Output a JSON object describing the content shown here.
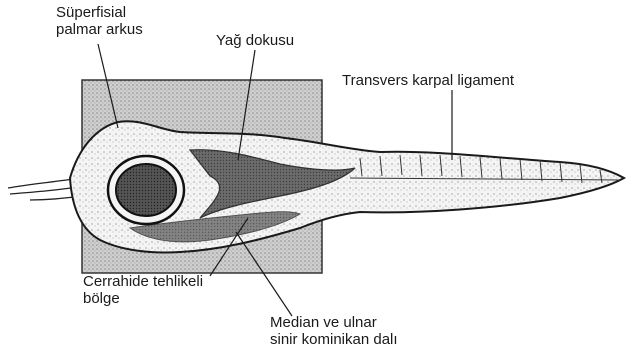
{
  "labels": {
    "superficial_palmar_arch": [
      "Süperfisial",
      "palmar arkus"
    ],
    "fat_tissue": "Yağ dokusu",
    "transverse_carpal_ligament": "Transvers karpal ligament",
    "surgical_danger_zone": [
      "Cerrahide tehlikeli",
      "bölge"
    ],
    "median_ulnar_branch": [
      "Median ve  ulnar",
      "sinir kominikan dalı"
    ]
  },
  "colors": {
    "ink": "#1a1a1a",
    "shading": "#bdbdbd",
    "tissue_fill": "#f2f2f2"
  }
}
